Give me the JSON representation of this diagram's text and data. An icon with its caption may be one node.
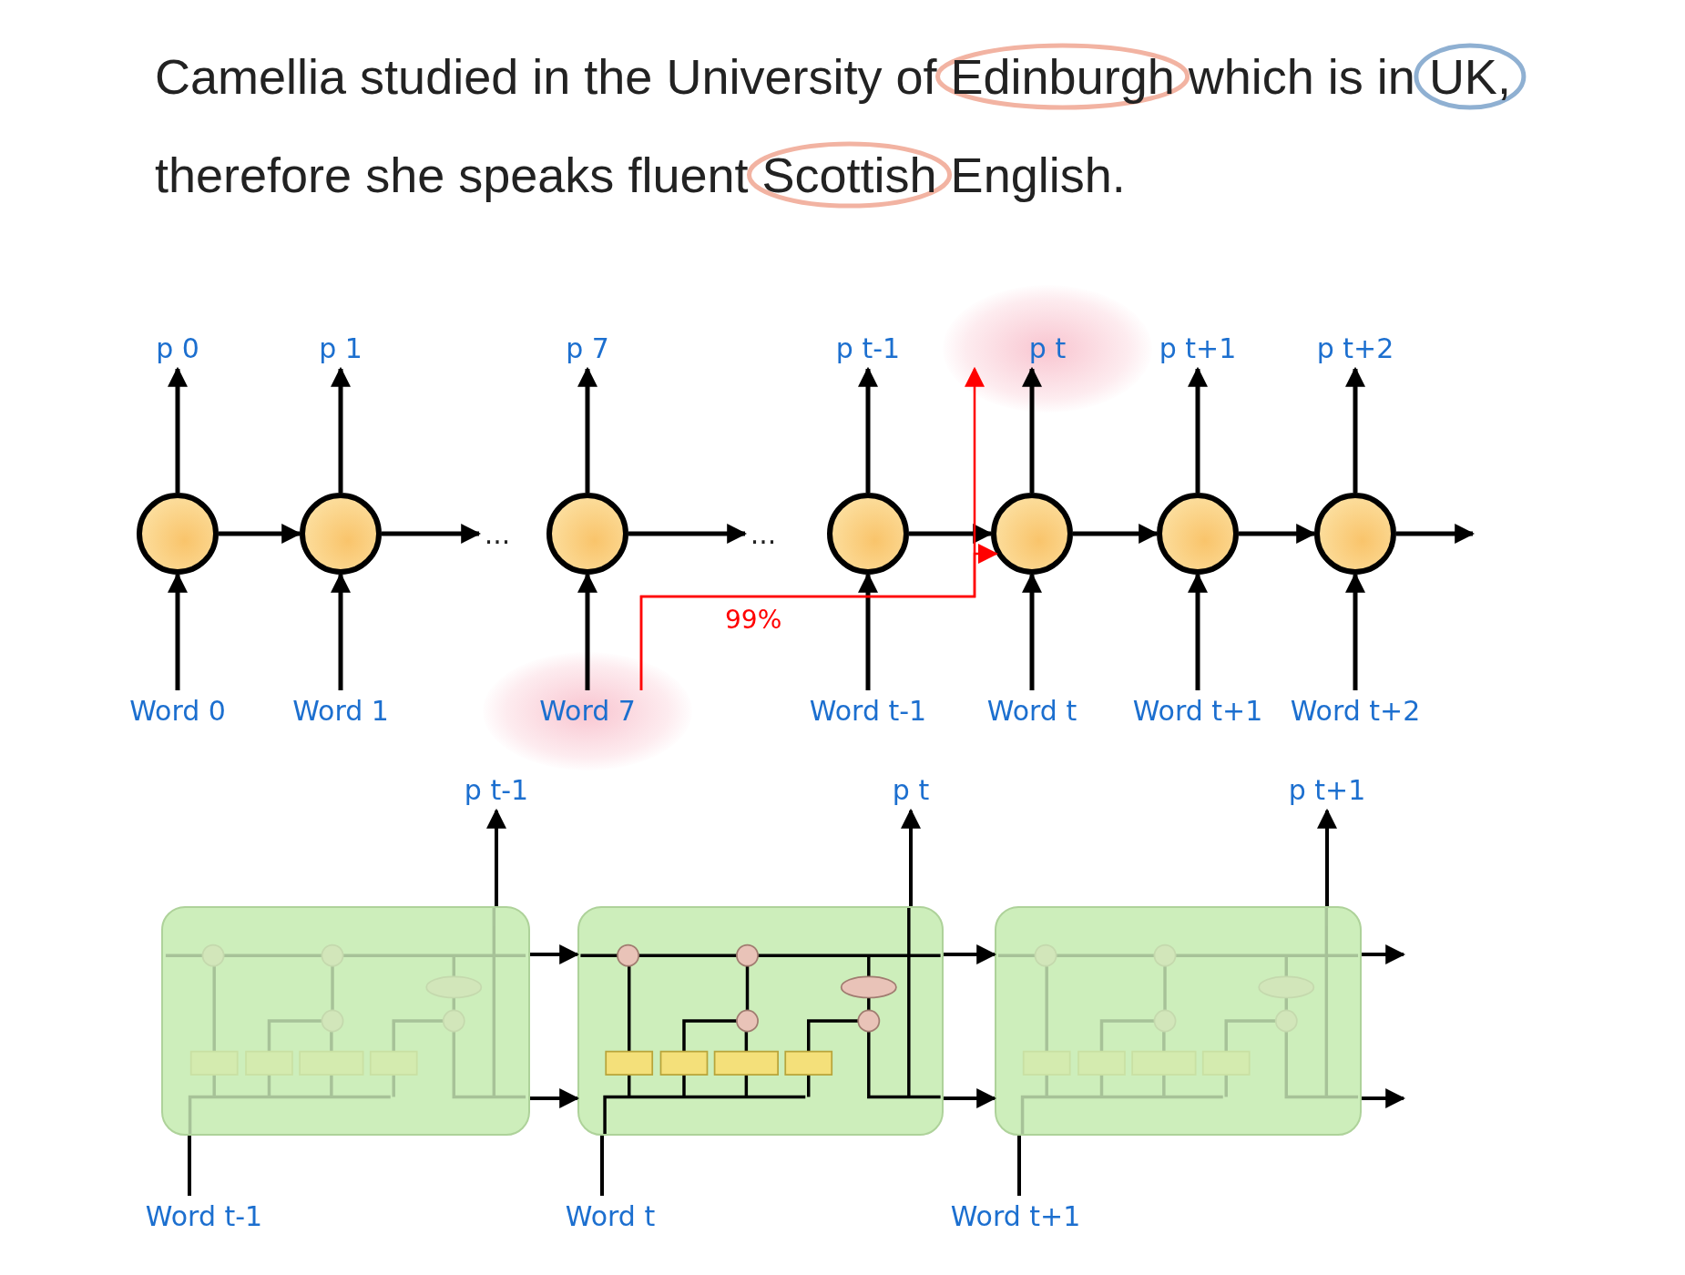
{
  "diagram": {
    "title": "Camellia studied in the University of Edinburgh which is in UK, therefore she speaks fluent Scottish English.",
    "nodes": [
      {
        "text": [
          "p 0"
        ]
      },
      {
        "text": [
          "p 1"
        ]
      },
      {
        "text": [
          "p 7"
        ]
      },
      {
        "text": [
          "p t-1"
        ]
      },
      {
        "text": [
          "p t"
        ]
      },
      {
        "text": [
          "p t+1"
        ]
      },
      {
        "text": [
          "p t+2"
        ]
      },
      {
        "text": [],
        "shape": "circle"
      },
      {
        "text": [],
        "shape": "circle"
      },
      {
        "text": [],
        "shape": "circle"
      },
      {
        "text": [],
        "shape": "circle"
      },
      {
        "text": [],
        "shape": "circle"
      },
      {
        "text": [],
        "shape": "circle"
      },
      {
        "text": [],
        "shape": "circle"
      },
      {
        "text": [
          "..."
        ]
      },
      {
        "text": [
          "..."
        ]
      },
      {
        "text": [
          "Word 0"
        ]
      },
      {
        "text": [
          "Word 1"
        ]
      },
      {
        "text": [
          "Word 7"
        ]
      },
      {
        "text": [
          "Word t-1"
        ]
      },
      {
        "text": [
          "Word t"
        ]
      },
      {
        "text": [
          "Word t+1"
        ]
      },
      {
        "text": [
          "Word t+2"
        ]
      },
      {
        "text": [
          "p t-1"
        ]
      },
      {
        "text": [
          "p t"
        ]
      },
      {
        "text": [
          "p t+1"
        ]
      },
      {
        "text": [],
        "shape": "box"
      },
      {
        "text": [],
        "shape": "box"
      },
      {
        "text": [],
        "shape": "box"
      },
      {
        "text": [
          "Word t-1"
        ]
      },
      {
        "text": [
          "Word t"
        ]
      },
      {
        "text": [
          "Word t+1"
        ]
      }
    ],
    "edges": [
      {
        "from": 16,
        "to": 7,
        "arrow": "to"
      },
      {
        "from": 7,
        "to": 0,
        "arrow": "to"
      },
      {
        "from": 7,
        "to": 8,
        "arrow": "to"
      },
      {
        "from": 17,
        "to": 8,
        "arrow": "to"
      },
      {
        "from": 8,
        "to": 1,
        "arrow": "to"
      },
      {
        "from": 8,
        "to": 14,
        "arrow": "to"
      },
      {
        "from": 18,
        "to": 9,
        "arrow": "to"
      },
      {
        "from": 9,
        "to": 2,
        "arrow": "to"
      },
      {
        "from": 9,
        "to": 15,
        "arrow": "to"
      },
      {
        "from": 19,
        "to": 10,
        "arrow": "to"
      },
      {
        "from": 10,
        "to": 3,
        "arrow": "to"
      },
      {
        "from": 10,
        "to": 11,
        "arrow": "to"
      },
      {
        "from": 20,
        "to": 11,
        "arrow": "to"
      },
      {
        "from": 11,
        "to": 4,
        "arrow": "to"
      },
      {
        "from": 11,
        "to": 12,
        "arrow": "to"
      },
      {
        "from": 21,
        "to": 12,
        "arrow": "to"
      },
      {
        "from": 12,
        "to": 5,
        "arrow": "to"
      },
      {
        "from": 12,
        "to": 13,
        "arrow": "to"
      },
      {
        "from": 22,
        "to": 13,
        "arrow": "to"
      },
      {
        "from": 13,
        "to": 6,
        "arrow": "to"
      },
      {
        "from": 13,
        "to": null,
        "arrow": "to"
      },
      {
        "from": 18,
        "to": 11,
        "arrow": "to",
        "label": "99%",
        "color": "#ff0000"
      },
      {
        "from": 18,
        "to": 4,
        "arrow": "to",
        "color": "#ff0000"
      },
      {
        "from": 26,
        "to": 23,
        "arrow": "to"
      },
      {
        "from": 26,
        "to": 27,
        "arrow": "to"
      },
      {
        "from": 26,
        "to": 27,
        "arrow": "to"
      },
      {
        "from": 29,
        "to": 26,
        "arrow": "none"
      },
      {
        "from": 27,
        "to": 24,
        "arrow": "to"
      },
      {
        "from": 27,
        "to": 28,
        "arrow": "to"
      },
      {
        "from": 27,
        "to": 28,
        "arrow": "to"
      },
      {
        "from": 30,
        "to": 27,
        "arrow": "none"
      },
      {
        "from": 28,
        "to": 25,
        "arrow": "to"
      },
      {
        "from": 28,
        "to": null,
        "arrow": "to"
      },
      {
        "from": 28,
        "to": null,
        "arrow": "to"
      },
      {
        "from": 31,
        "to": 28,
        "arrow": "none"
      }
    ]
  }
}
